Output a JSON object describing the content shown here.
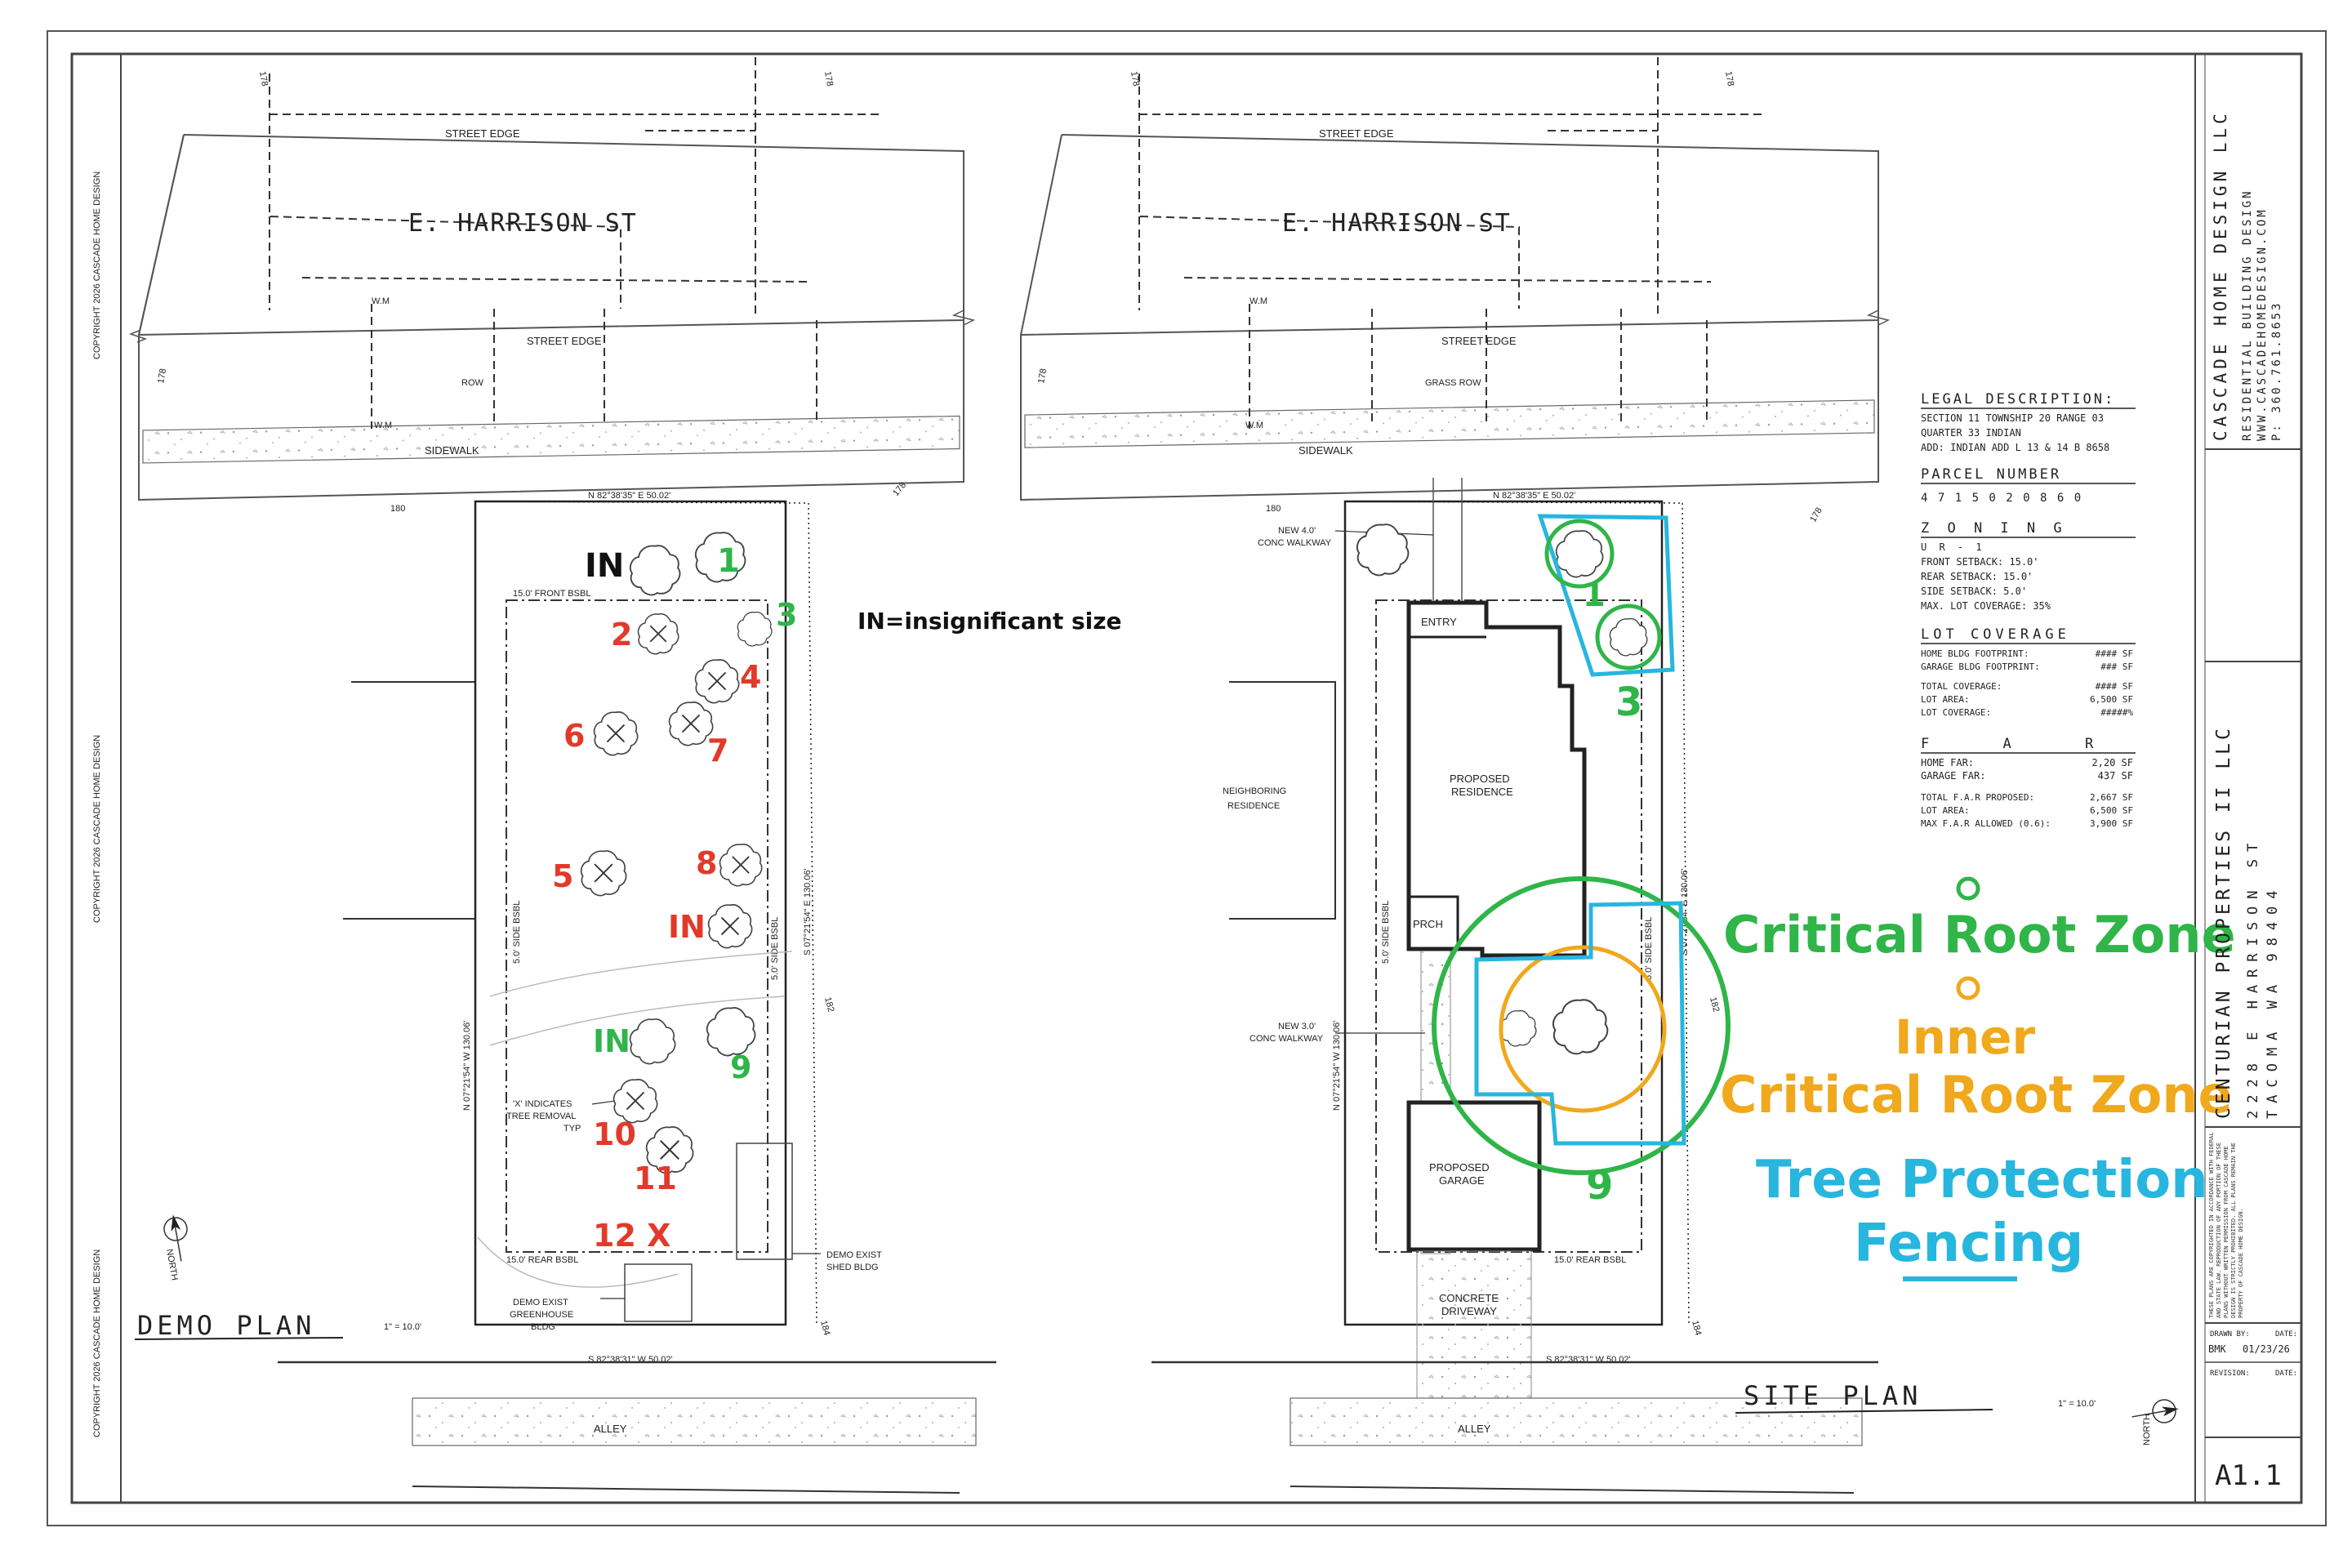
{
  "copyright": "COPYRIGHT 2026 CASCADE HOME DESIGN",
  "street": {
    "name": "E. HARRISON ST",
    "street_edge": "STREET EDGE",
    "sidewalk": "SIDEWALK",
    "row_demo": "ROW",
    "row_site": "GRASS ROW",
    "wm": "W.M",
    "elev_178": "178",
    "elev_180": "180",
    "elev_182": "182",
    "elev_184": "184",
    "alley": "ALLEY"
  },
  "demo_plan": {
    "title": "DEMO PLAN",
    "scale": "1\" = 10.0'",
    "north_bearing": "N 82°38'35\" E 50.02'",
    "south_bearing": "S 82°38'31\" W 50.02'",
    "east_bearing": "S 07°21'54\" E 130.06'",
    "west_bearing": "N 07°21'54\" W 130.06'",
    "front_bsbl": "15.0' FRONT BSBL",
    "rear_bsbl": "15.0' REAR BSBL",
    "side_bsbl": "5.0' SIDE BSBL",
    "x_note_1": "'X' INDICATES",
    "x_note_2": "TREE REMOVAL",
    "x_note_3": "TYP",
    "demo_shed_1": "DEMO EXIST",
    "demo_shed_2": "SHED BLDG",
    "demo_gh_1": "DEMO EXIST",
    "demo_gh_2": "GREENHOUSE",
    "demo_gh_3": "BLDG",
    "legend_in": "IN=insignificant size",
    "tree_labels": {
      "in1": "IN",
      "t1": "1",
      "t2": "2",
      "t3": "3",
      "t4": "4",
      "t5": "5",
      "t6": "6",
      "t7": "7",
      "t8": "8",
      "in2": "IN",
      "in3": "IN",
      "t9": "9",
      "t10": "10",
      "t11": "11",
      "t12": "12 X"
    }
  },
  "site_plan": {
    "title": "SITE PLAN",
    "scale": "1\" = 10.0'",
    "north_bearing": "N 82°38'35\" E 50.02'",
    "south_bearing": "S 82°38'31\" W 50.02'",
    "east_bearing": "S 07°21'54\" E 130.06'",
    "west_bearing": "N 07°21'54\" W 130.06'",
    "front_walk_1": "NEW 4.0'",
    "front_walk_2": "CONC WALKWAY",
    "side_walk_1": "NEW 3.0'",
    "side_walk_2": "CONC WALKWAY",
    "entry": "ENTRY",
    "residence_1": "PROPOSED",
    "residence_2": "RESIDENCE",
    "porch": "PRCH",
    "garage_1": "PROPOSED",
    "garage_2": "GARAGE",
    "driveway_1": "CONCRETE",
    "driveway_2": "DRIVEWAY",
    "neighbor_1": "NEIGHBORING",
    "neighbor_2": "RESIDENCE",
    "rear_bsbl": "15.0' REAR BSBL",
    "side_bsbl": "5.0' SIDE BSBL",
    "tree_1": "1",
    "tree_3": "3",
    "tree_9": "9"
  },
  "legend": {
    "crz": "Critical Root Zone",
    "icrz_1": "Inner",
    "icrz_2": "Critical Root Zone",
    "tpf_1": "Tree Protection",
    "tpf_2": "Fencing",
    "color_crz": "#2fb548",
    "color_icrz": "#f0a81c",
    "color_tpf": "#27b6de",
    "color_remove": "#e23a2a"
  },
  "legal": {
    "h_legal": "LEGAL DESCRIPTION:",
    "legal_1": "SECTION 11 TOWNSHIP 20 RANGE 03",
    "legal_2": "QUARTER 33 INDIAN",
    "legal_3": "ADD: INDIAN ADD L 13 & 14 B 8658",
    "h_parcel": "PARCEL NUMBER",
    "parcel": "4 7 1 5 0 2 0 8 6 0",
    "h_zoning": "Z O N I N G",
    "zone": "U R - 1",
    "front_setback": "FRONT SETBACK: 15.0'",
    "rear_setback": "REAR SETBACK: 15.0'",
    "side_setback": "SIDE SETBACK: 5.0'",
    "max_lot": "MAX. LOT COVERAGE: 35%",
    "h_coverage": "LOT COVERAGE",
    "home_fp": "HOME BLDG FOOTPRINT:",
    "home_fp_v": "#### SF",
    "garage_fp": "GARAGE BLDG FOOTPRINT:",
    "garage_fp_v": "### SF",
    "total_cov": "TOTAL COVERAGE:",
    "total_cov_v": "#### SF",
    "lot_area": "LOT AREA:",
    "lot_area_v": "6,500 SF",
    "lot_cov": "LOT COVERAGE:",
    "lot_cov_v": "#####%",
    "h_far": "F A R",
    "home_far": "HOME FAR:",
    "home_far_v": "2,20 SF",
    "garage_far": "GARAGE FAR:",
    "garage_far_v": "437 SF",
    "total_far": "TOTAL F.A.R PROPOSED:",
    "total_far_v": "2,667 SF",
    "far_lot_area": "LOT AREA:",
    "far_lot_area_v": "6,500 SF",
    "max_far": "MAX F.A.R ALLOWED (0.6):",
    "max_far_v": "3,900 SF"
  },
  "title_block": {
    "firm": "CASCADE HOME DESIGN LLC",
    "firm_sub_1": "RESIDENTIAL BUILDING DESIGN",
    "firm_sub_2": "WWW.CASCADEHOMEDESIGN.COM",
    "firm_sub_3": "P: 360.761.8653",
    "client": "CENTURIAN PROPERTIES II LLC",
    "address_1": "2228 E HARRISON ST",
    "address_2": "TACOMA WA 98404",
    "notice": "THESE PLANS ARE COPYRIGHTED IN ACCORDANCE WITH FEDERAL AND STATE LAW. REPRODUCTION OF ANY PORTION OF THESE PLANS WITHOUT WRITTEN PERMISSION FROM CASCADE HOME DESIGN IS STRICTLY PROHIBITED. ALL PLANS REMAIN THE PROPERTY OF CASCADE HOME DESIGN.",
    "drawn_by_label": "DRAWN BY:",
    "drawn_by": "BMK",
    "date_label": "DATE:",
    "date": "01/23/26",
    "revision_label": "REVISION:",
    "rev_date_label": "DATE:",
    "sheet": "A1.1",
    "north": "NORTH"
  }
}
